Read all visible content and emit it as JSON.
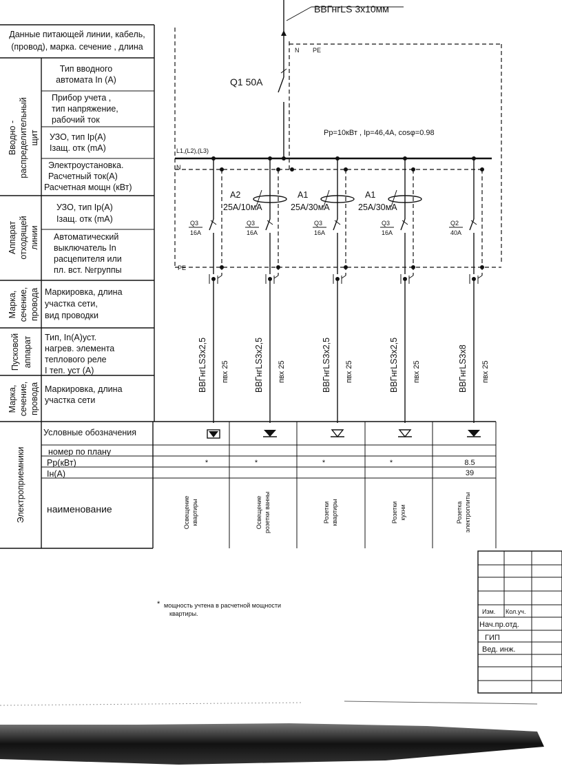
{
  "feeder": {
    "cable": "ВВГнгLS 3х10мм",
    "breaker_label": "Q1  50A",
    "n_label": "N",
    "pe_label": "PE",
    "calc_params": "Pp=10кВт , Ip=46,4A, cosφ=0.98",
    "bus_label": "L1,(L2),(L3)",
    "n_bus_label": "N",
    "pe_bus_label": "PE"
  },
  "rows": [
    {
      "text": "Данные питающей линии, кабель, (провод), марка. сечение , длина"
    },
    {
      "text": "Тип вводного автомата In (A)"
    },
    {
      "text": "Прибор учета , тип напряжение, рабочий ток"
    },
    {
      "text": "УЗО, тип Ip(A) Iзащ. отк (mA)"
    },
    {
      "text": "Электроустановка. Расчетный ток(A) Расчетная мощн (кВт)"
    },
    {
      "text": "УЗО, тип Ip(A) Iзащ. отк (mA)"
    },
    {
      "text": "Автоматический выключатель  In расцепителя или пл. вст. №группы"
    },
    {
      "text": "Маркировка, длина участка сети, вид проводки"
    },
    {
      "text": "Тип, In(A)уст. нагрев. элемента теплового реле I теп. уст (A)"
    },
    {
      "text": "Маркировка, длина участка сети"
    }
  ],
  "groups": [
    {
      "name": "Вводно - распределительный щит"
    },
    {
      "name": "Аппарат отходящей линии"
    },
    {
      "name": "Марка, сечение, провода"
    },
    {
      "name": "Пусковой аппарат"
    },
    {
      "name": "Марка, сечение, провода"
    },
    {
      "name": "Электроприемники"
    }
  ],
  "rcds": [
    {
      "type": "A2",
      "rating": "25A/10мА"
    },
    {
      "type": "A1",
      "rating": "25A/30мА"
    },
    {
      "type": "A1",
      "rating": "25A/30мА"
    }
  ],
  "circuits": [
    {
      "breaker": "Q3",
      "rating": "16A",
      "cable": "ВВГнгLS3х2,5",
      "route": "пвх 25",
      "power": "*",
      "current": "",
      "name": "Освещение квартиры"
    },
    {
      "breaker": "Q3",
      "rating": "16A",
      "cable": "ВВГнгLS3х2,5",
      "route": "пвх 25",
      "power": "*",
      "current": "",
      "name": "Освещение розетки ванны"
    },
    {
      "breaker": "Q3",
      "rating": "16A",
      "cable": "ВВГнгLS3х2,5",
      "route": "пвх 25",
      "power": "*",
      "current": "",
      "name": "Розетки квартиры"
    },
    {
      "breaker": "Q3",
      "rating": "16A",
      "cable": "ВВГнгLS3х2,5",
      "route": "пвх 25",
      "power": "*",
      "current": "",
      "name": "Розетки кухни"
    },
    {
      "breaker": "Q2",
      "rating": "40A",
      "cable": "ВВГнгLS3х8",
      "route": "пвх 25",
      "power": "8.5",
      "current": "39",
      "name": "Розетка электроплиты"
    }
  ],
  "bottom_rows": {
    "symbols": "Условные обозначения",
    "plan_no": "номер по плану",
    "power": "Pp(кВт)",
    "current": "Iн(A)",
    "name": "наименование"
  },
  "footnote": {
    "mark": "*",
    "text": "мощность учтена в расчетной мощности квартиры."
  },
  "title_block": {
    "izm": "Изм.",
    "kol": "Кол.уч.",
    "nach": "Нач.пр.отд.",
    "gip": "ГИП",
    "ved": "Вед. инж."
  }
}
